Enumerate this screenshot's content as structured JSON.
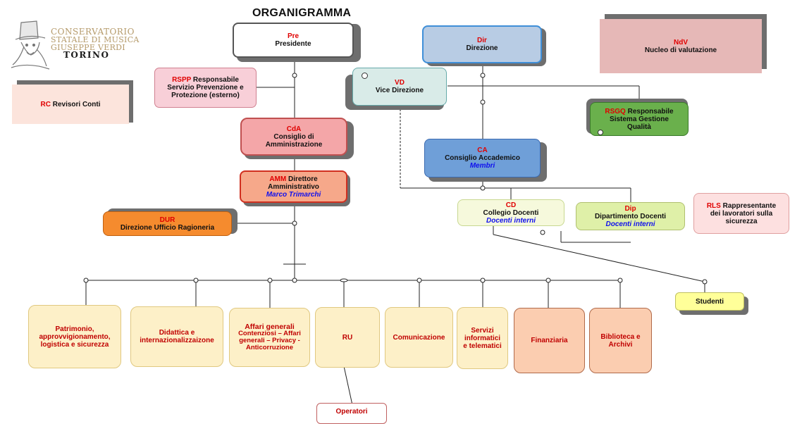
{
  "title": "ORGANIGRAMMA",
  "logo": {
    "line1": "CONSERVATORIO",
    "line2": "STATALE DI MUSICA",
    "line3": "GIUSEPPE VERDI",
    "line4": "TORINO"
  },
  "nodes": {
    "pre": {
      "abbr": "Pre",
      "label": "Presidente"
    },
    "dir": {
      "abbr": "Dir",
      "label": "Direzione"
    },
    "ndv": {
      "abbr": "NdV",
      "label": "Nucleo di valutazione"
    },
    "rc": {
      "abbr": "RC",
      "label": "Revisori Conti"
    },
    "rspp": {
      "abbr": "RSPP",
      "label1": "Responsabile",
      "label2": "Servizio Prevenzione e",
      "label3": "Protezione (esterno)"
    },
    "vd": {
      "abbr": "VD",
      "label": "Vice Direzione"
    },
    "rsgq": {
      "abbr": "RSGQ",
      "label1": "Responsabile",
      "label2": "Sistema Gestione",
      "label3": "Qualità"
    },
    "cda": {
      "abbr": "CdA",
      "label1": "Consiglio di",
      "label2": "Amministrazione"
    },
    "ca": {
      "abbr": "CA",
      "label": "Consiglio Accademico",
      "sub": "Membri"
    },
    "amm": {
      "abbr": "AMM",
      "label1": "Direttore",
      "label2": "Amministrativo",
      "sub": "Marco Trimarchi"
    },
    "dur": {
      "abbr": "DUR",
      "label": "Direzione Ufficio Ragioneria"
    },
    "cd": {
      "abbr": "CD",
      "label": "Collegio Docenti",
      "sub": "Docenti interni"
    },
    "dip": {
      "abbr": "Dip",
      "label": "Dipartimento Docenti",
      "sub": "Docenti interni"
    },
    "rls": {
      "abbr": "RLS",
      "label1": "Rappresentante",
      "label2": "dei lavoratori sulla",
      "label3": "sicurezza"
    },
    "studenti": {
      "label": "Studenti"
    },
    "operatori": {
      "label": "Operatori"
    }
  },
  "offices": [
    {
      "lines": [
        "Patrimonio,",
        "approvvigionamento,",
        "logistica e sicurezza"
      ]
    },
    {
      "lines": [
        "Didattica e",
        "internazionalizzaizone"
      ]
    },
    {
      "lines": [
        "Affari generali",
        "Contenziosi – Affari",
        "generali – Privacy -",
        "Anticorruzione"
      ]
    },
    {
      "lines": [
        "RU"
      ]
    },
    {
      "lines": [
        "Comunicazione"
      ]
    },
    {
      "lines": [
        "Servizi",
        "informatici",
        "e telematici"
      ]
    },
    {
      "lines": [
        "Finanziaria"
      ]
    },
    {
      "lines": [
        "Biblioteca e",
        "Archivi"
      ]
    }
  ],
  "colors": {
    "pre_fill": "#ffffff",
    "dir_fill": "#b8cce4",
    "dir_border": "#3f8fd8",
    "ndv_fill": "#e6b8b7",
    "rc_fill": "#fce4dc",
    "rspp_fill": "#f8cfd8",
    "vd_fill": "#d9ebe8",
    "rsgq_fill": "#6ab04c",
    "cda_fill": "#f4a6a8",
    "ca_fill": "#6f9fd8",
    "amm_fill": "#f6a88a",
    "dur_fill": "#f58b2e",
    "cd_fill": "#f6f9dc",
    "dip_fill": "#dff0a8",
    "rls_fill": "#fde0e0",
    "studenti_fill": "#ffff99",
    "office_fill": "#fdf0c8",
    "office_fill2": "#fbcdb0",
    "abbr_red": "#e00000",
    "sub_blue": "#1010ee"
  }
}
